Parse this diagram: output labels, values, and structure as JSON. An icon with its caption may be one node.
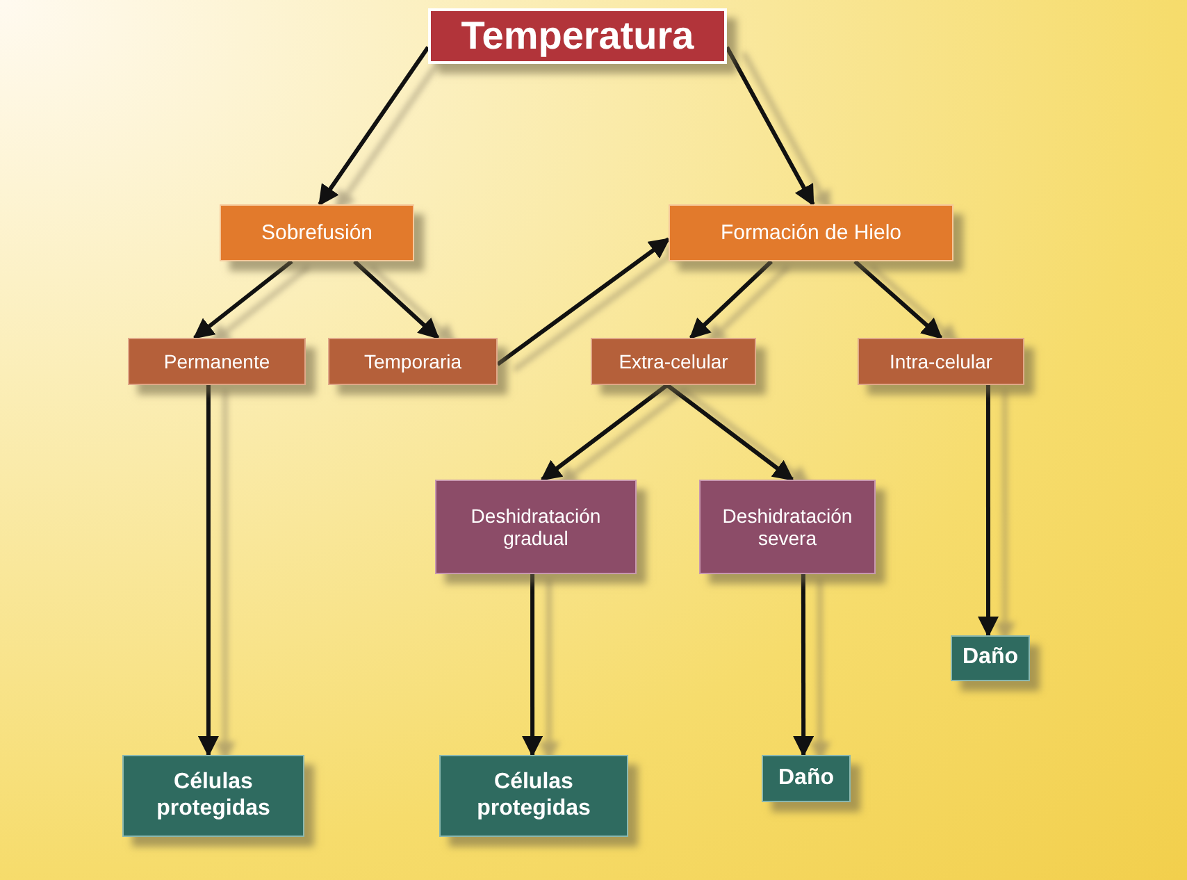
{
  "diagram": {
    "nodes": [
      {
        "text": [
          "Temperatura"
        ]
      },
      {
        "text": [
          "Sobrefusión"
        ]
      },
      {
        "text": [
          "Formación de Hielo"
        ]
      },
      {
        "text": [
          "Permanente"
        ]
      },
      {
        "text": [
          "Temporaria"
        ]
      },
      {
        "text": [
          "Extra-celular"
        ]
      },
      {
        "text": [
          "Intra-celular"
        ]
      },
      {
        "text": [
          "Deshidratación gradual"
        ]
      },
      {
        "text": [
          "Deshidratación severa"
        ]
      },
      {
        "text": [
          "Daño"
        ]
      },
      {
        "text": [
          "Células protegidas"
        ]
      },
      {
        "text": [
          "Células protegidas"
        ]
      },
      {
        "text": [
          "Daño"
        ]
      }
    ],
    "edges": [
      {
        "from": 0,
        "to": 1,
        "arrow": "to"
      },
      {
        "from": 0,
        "to": 2,
        "arrow": "to"
      },
      {
        "from": 1,
        "to": 3,
        "arrow": "to"
      },
      {
        "from": 1,
        "to": 4,
        "arrow": "to"
      },
      {
        "from": 4,
        "to": 2,
        "arrow": "to"
      },
      {
        "from": 2,
        "to": 5,
        "arrow": "to"
      },
      {
        "from": 2,
        "to": 6,
        "arrow": "to"
      },
      {
        "from": 5,
        "to": 7,
        "arrow": "to"
      },
      {
        "from": 5,
        "to": 8,
        "arrow": "to"
      },
      {
        "from": 3,
        "to": 10,
        "arrow": "to"
      },
      {
        "from": 7,
        "to": 11,
        "arrow": "to"
      },
      {
        "from": 8,
        "to": 12,
        "arrow": "to"
      },
      {
        "from": 6,
        "to": 9,
        "arrow": "to"
      }
    ]
  }
}
